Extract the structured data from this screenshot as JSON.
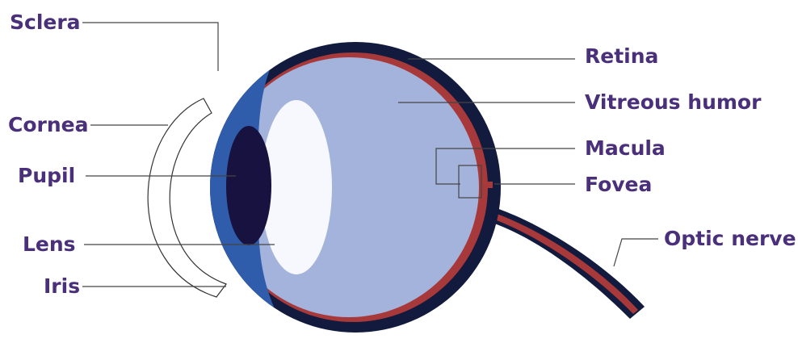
{
  "diagram": {
    "colors": {
      "label": "#4a2f7a",
      "sclera": "#121a3e",
      "retina": "#a7393a",
      "vitreous": "#a3b3dc",
      "iris_blue": "#2f5dab",
      "pupil": "#17123f",
      "lens": "#f6f8fd",
      "leader_line": "#444444"
    },
    "labels": {
      "sclera": "Sclera",
      "cornea": "Cornea",
      "pupil": "Pupil",
      "lens": "Lens",
      "iris": "Iris",
      "retina": "Retina",
      "vitreous_humor": "Vitreous humor",
      "macula": "Macula",
      "fovea": "Fovea",
      "optic_nerve": "Optic nerve"
    }
  }
}
